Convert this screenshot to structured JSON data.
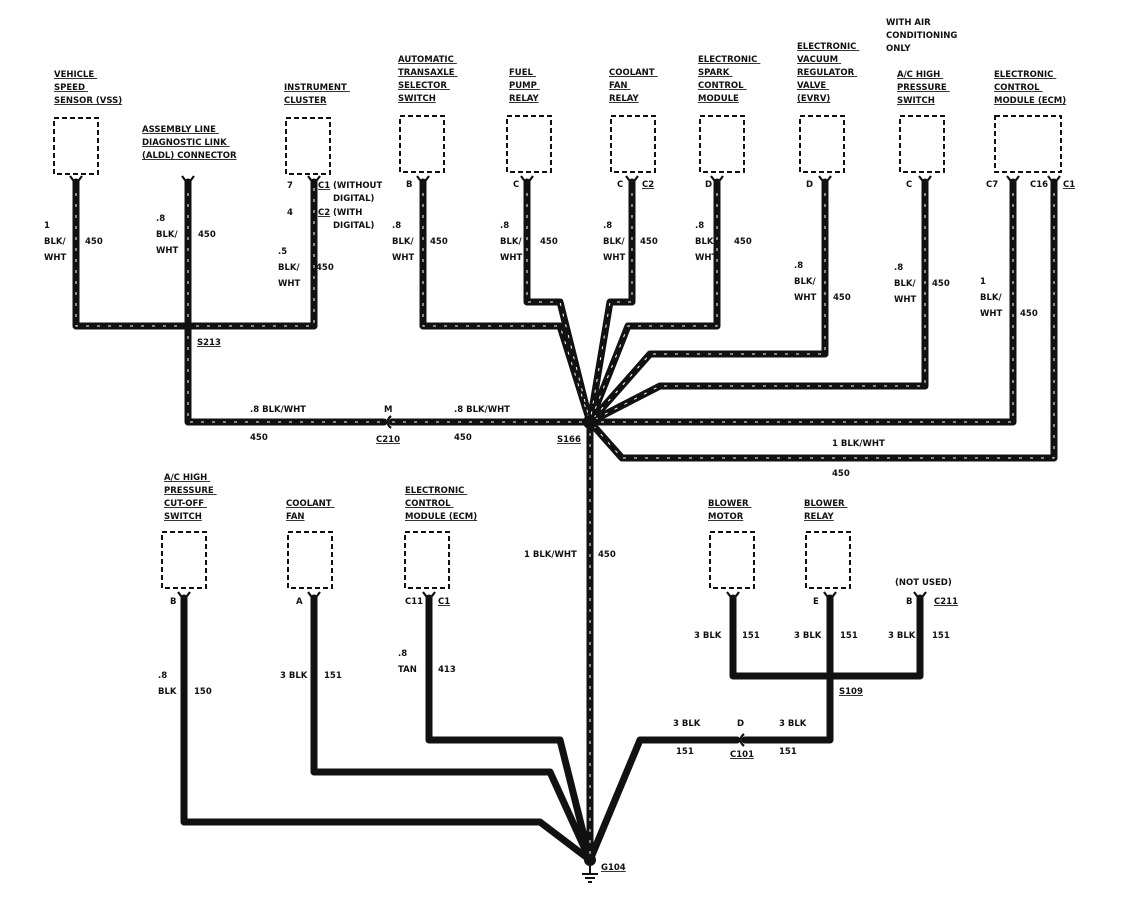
{
  "components": {
    "vss": [
      "VEHICLE",
      "SPEED",
      "SENSOR (VSS)"
    ],
    "aldl": [
      "ASSEMBLY LINE",
      "DIAGNOSTIC LINK",
      "(ALDL) CONNECTOR"
    ],
    "cluster": [
      "INSTRUMENT",
      "CLUSTER"
    ],
    "transaxle": [
      "AUTOMATIC",
      "TRANSAXLE",
      "SELECTOR",
      "SWITCH"
    ],
    "fuel_pump": [
      "FUEL",
      "PUMP",
      "RELAY"
    ],
    "coolant_relay": [
      "COOLANT",
      "FAN",
      "RELAY"
    ],
    "spark": [
      "ELECTRONIC",
      "SPARK",
      "CONTROL",
      "MODULE"
    ],
    "evrv": [
      "ELECTRONIC",
      "VACUUM",
      "REGULATOR",
      "VALVE",
      "(EVRV)"
    ],
    "ac_note": [
      "WITH AIR",
      "CONDITIONING",
      "ONLY"
    ],
    "ac_high": [
      "A/C HIGH",
      "PRESSURE",
      "SWITCH"
    ],
    "ecm_top": [
      "ELECTRONIC",
      "CONTROL",
      "MODULE (ECM)"
    ],
    "ac_cutoff": [
      "A/C HIGH",
      "PRESSURE",
      "CUT-OFF",
      "SWITCH"
    ],
    "coolant_fan": [
      "COOLANT",
      "FAN"
    ],
    "ecm_bottom": [
      "ELECTRONIC",
      "CONTROL",
      "MODULE (ECM)"
    ],
    "blower_motor": [
      "BLOWER",
      "MOTOR"
    ],
    "blower_relay": [
      "BLOWER",
      "RELAY"
    ]
  },
  "pins": {
    "cluster_c1": "7",
    "cluster_c2": "4",
    "transaxle": "B",
    "fuel_pump": "C",
    "coolant_relay": "C",
    "spark": "D",
    "evrv": "D",
    "ac_high": "C",
    "ecm_c7": "C7",
    "ecm_c16": "C16",
    "ac_cutoff": "B",
    "coolant_fan": "A",
    "ecm_c11": "C11",
    "blower_relay": "E",
    "not_used": "B"
  },
  "connectors": {
    "c1": "C1",
    "c2": "C2",
    "c211": "C211",
    "c210": "C210",
    "c101": "C101",
    "m": "M",
    "d": "D"
  },
  "notes": {
    "without": "(WITHOUT",
    "digital": "DIGITAL)",
    "with": "(WITH",
    "digital2": "DIGITAL)",
    "not_used": "(NOT USED)"
  },
  "wires": {
    "size_1": "1",
    "size_08": ".8",
    "size_05": ".5",
    "size_3blk": "3 BLK",
    "blk_slash": "BLK/",
    "wht": "WHT",
    "blk": "BLK",
    "tan": "TAN",
    "blk_wht_08": ".8 BLK/WHT",
    "blk_wht_1": "1 BLK/WHT",
    "c450": "450",
    "c151": "151",
    "c150": "150",
    "c413": "413"
  },
  "splices": {
    "s213": "S213",
    "s166": "S166",
    "s109": "S109"
  },
  "ground": {
    "g104": "G104"
  }
}
